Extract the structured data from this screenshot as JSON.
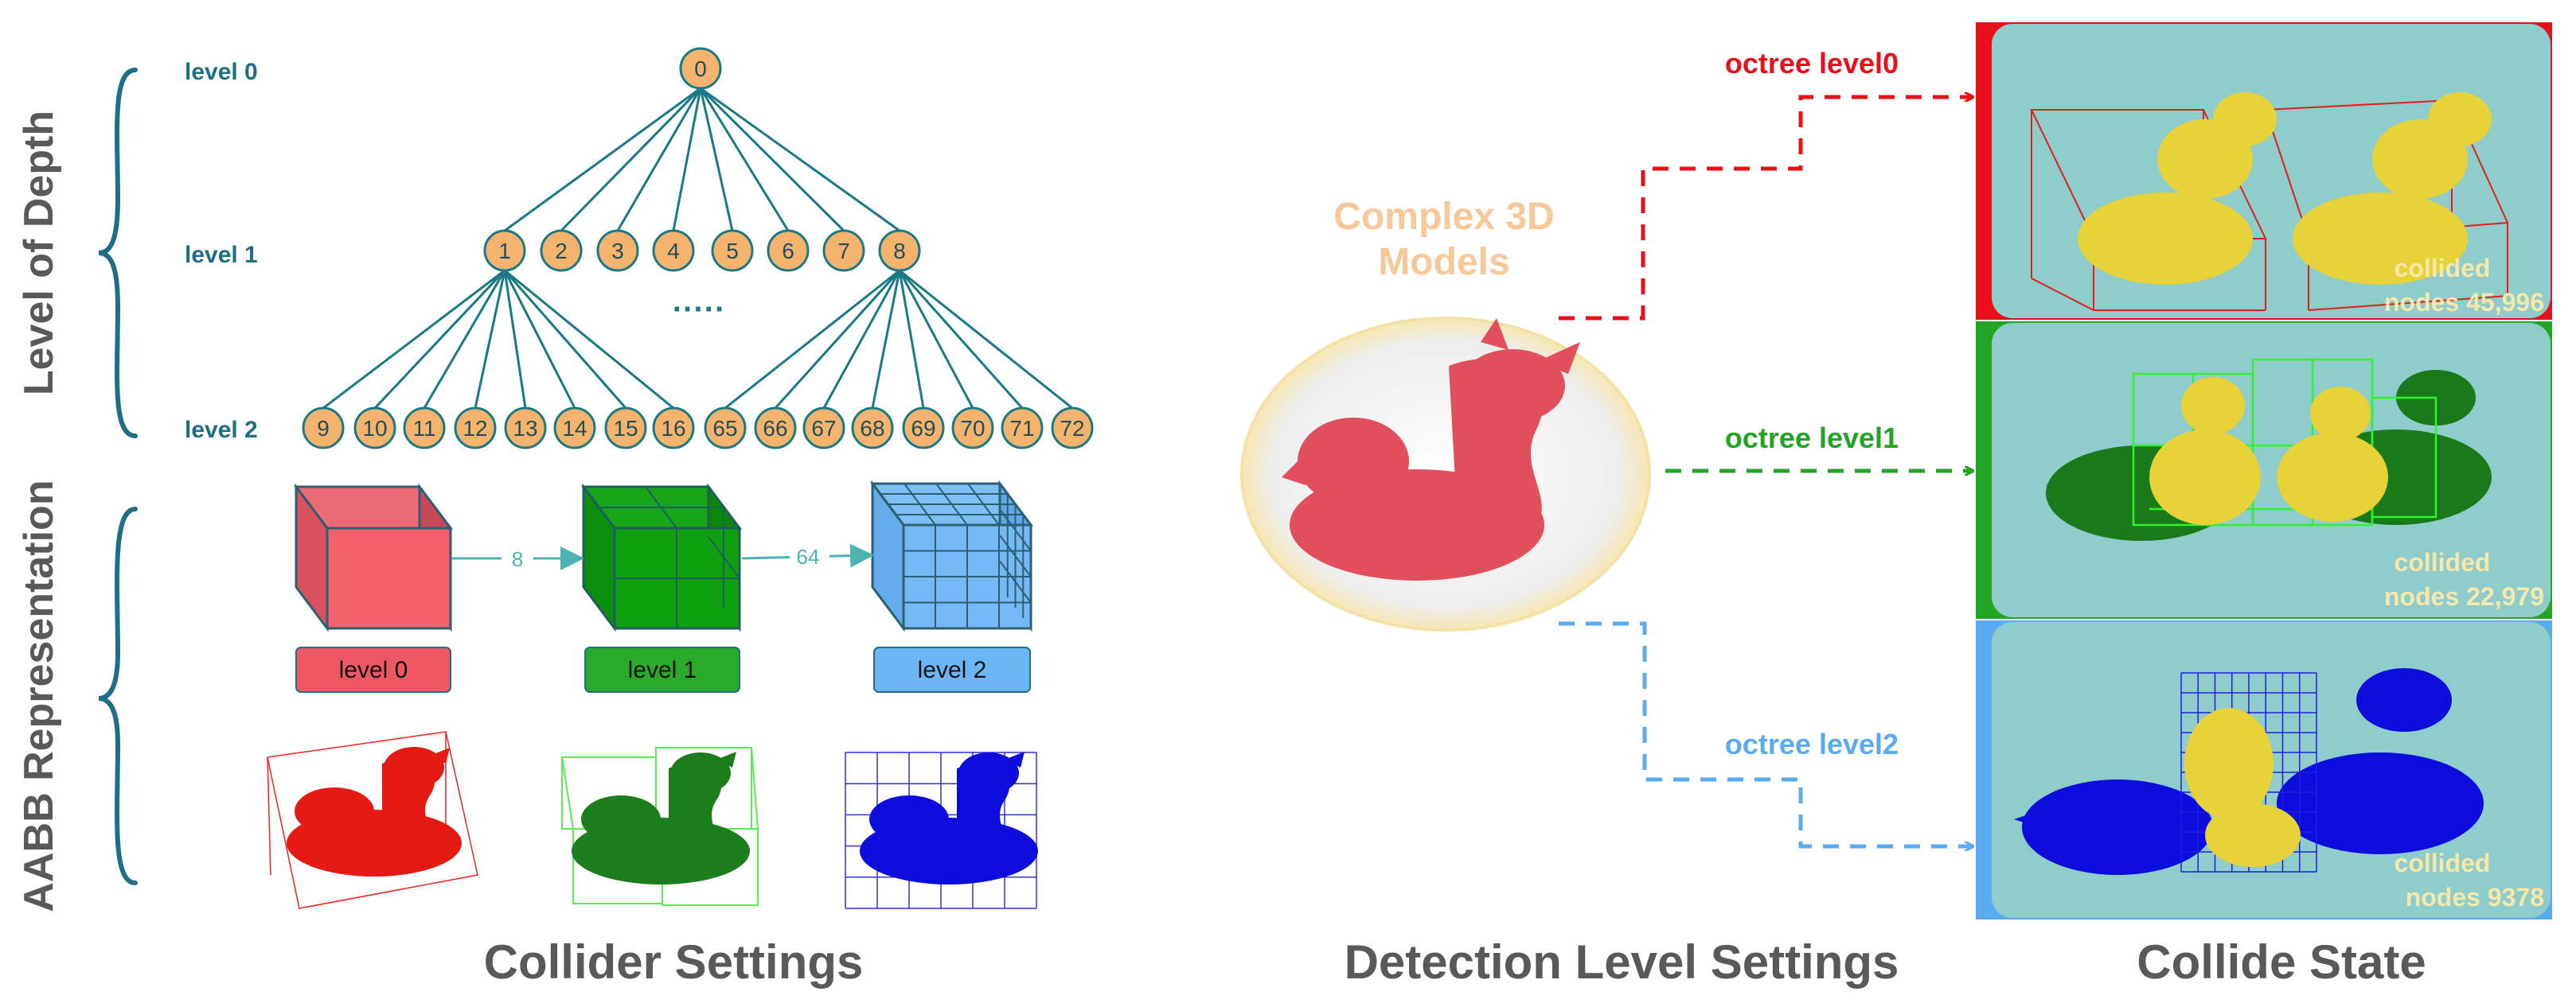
{
  "colors": {
    "teal": "#1f6e86",
    "node_fill": "#f6b36d",
    "tree_line": "#197a86",
    "arrow": "#4cb3b3",
    "red": "#e8101a",
    "green": "#22a522",
    "blue": "#5aabf0",
    "salmon_box": "#ee5864",
    "green_box": "#0f9f0f",
    "blue_box": "#6db6f5",
    "panel_bg": "#8fcccc",
    "models_label": "#f7c899",
    "grey_title": "#595959",
    "collided_text": "#f6e8a8"
  },
  "left": {
    "brace_top_label": "Level of Depth",
    "brace_bottom_label": "AABB Representation",
    "level_labels": [
      "level 0",
      "level 1",
      "level 2"
    ],
    "root_node": "0",
    "level1_nodes": [
      "1",
      "2",
      "3",
      "4",
      "5",
      "6",
      "7",
      "8"
    ],
    "level2_left_nodes": [
      "9",
      "10",
      "11",
      "12",
      "13",
      "14",
      "15",
      "16"
    ],
    "level2_right_nodes": [
      "65",
      "66",
      "67",
      "68",
      "69",
      "70",
      "71",
      "72"
    ],
    "ellipsis": "·····",
    "arrow_label_1": "8",
    "arrow_label_2": "64",
    "box_labels": [
      "level 0",
      "level 1",
      "level 2"
    ],
    "section_title": "Collider Settings"
  },
  "middle": {
    "models_label_line1": "Complex 3D",
    "models_label_line2": "Models",
    "octree_labels": [
      "octree level0",
      "octree level1",
      "octree level2"
    ],
    "section_title": "Detection Level Settings"
  },
  "right": {
    "panels": [
      {
        "line1": "collided",
        "line2": "nodes 45,996"
      },
      {
        "line1": "collided",
        "line2": "nodes 22,979"
      },
      {
        "line1": "collided",
        "line2": "nodes  9378"
      }
    ],
    "section_title": "Collide State"
  }
}
